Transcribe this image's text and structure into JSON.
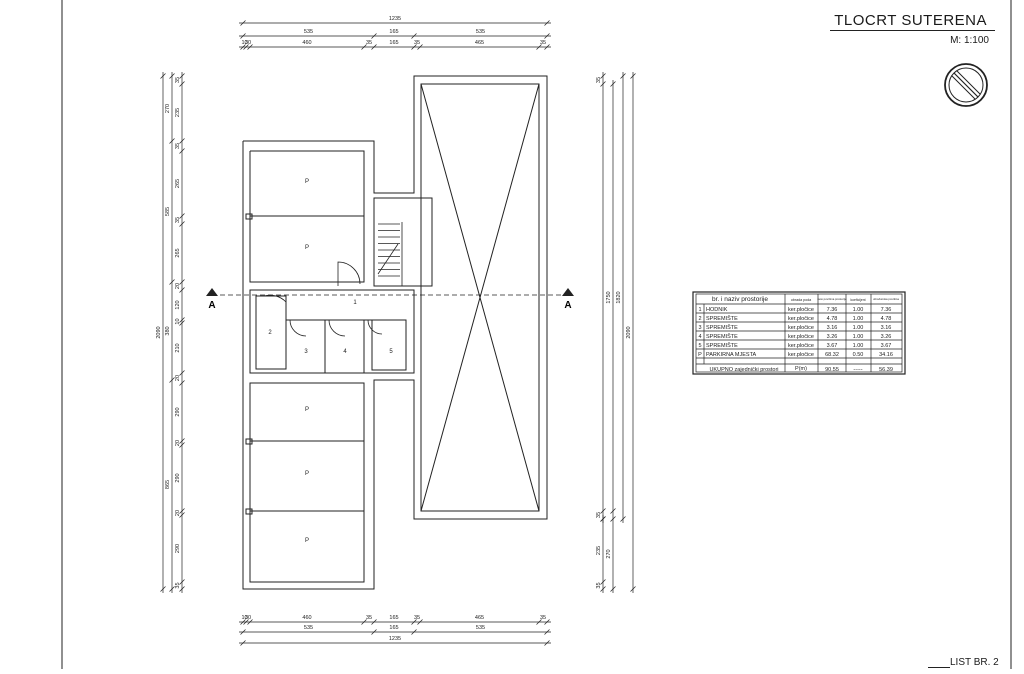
{
  "drawing": {
    "title": "TLOCRT SUTERENA",
    "scale": "M: 1:100",
    "sheet": "LIST BR. 2",
    "section_marker": "A",
    "north_symbol": "north-arrow-icon"
  },
  "dims_top": {
    "total": "1235",
    "row2": [
      "535",
      "165",
      "535"
    ],
    "row3": [
      "10",
      "30",
      "460",
      "35",
      "165",
      "35",
      "465",
      "35"
    ]
  },
  "dims_bottom": {
    "row1": [
      "10",
      "30",
      "460",
      "35",
      "165",
      "35",
      "465",
      "35"
    ],
    "row2": [
      "535",
      "165",
      "535"
    ],
    "total": "1235"
  },
  "dims_left": {
    "total": "2090",
    "mid": [
      "270",
      "585",
      "380",
      "865"
    ],
    "inner": [
      "35",
      "235",
      "35",
      "265",
      "35",
      "265",
      "20",
      "120",
      "10",
      "210",
      "20",
      "290",
      "20",
      "290",
      "20",
      "290",
      "35"
    ]
  },
  "dims_right": {
    "outer": "2090",
    "mid": "1820",
    "inner_a": "1750",
    "inner_b": [
      "35",
      "35",
      "235",
      "35"
    ],
    "inner_c": "270"
  },
  "rooms": {
    "parking": "P",
    "hall": "1",
    "storage": [
      "2",
      "3",
      "4",
      "5"
    ]
  },
  "table": {
    "headers": [
      "br. i naziv prostorije",
      "obrada poda",
      "neto površina prostorije",
      "koeficijent",
      "obračunska površina"
    ],
    "rows": [
      [
        "1",
        "HODNIK",
        "ker.pločice",
        "7.36",
        "1.00",
        "7.36"
      ],
      [
        "2",
        "SPREMIŠTE",
        "ker.pločice",
        "4.78",
        "1.00",
        "4.78"
      ],
      [
        "3",
        "SPREMIŠTE",
        "ker.pločice",
        "3.16",
        "1.00",
        "3.16"
      ],
      [
        "4",
        "SPREMIŠTE",
        "ker.pločice",
        "3.26",
        "1.00",
        "3.26"
      ],
      [
        "5",
        "SPREMIŠTE",
        "ker.pločice",
        "3.67",
        "1.00",
        "3.67"
      ],
      [
        "P",
        "PARKIRNA MJESTA",
        "ker.pločice",
        "68.32",
        "0.50",
        "34.16"
      ]
    ],
    "total": [
      "UKUPNO zajednički prostori",
      "P(m)",
      "90.55",
      "-----",
      "56.39"
    ]
  }
}
